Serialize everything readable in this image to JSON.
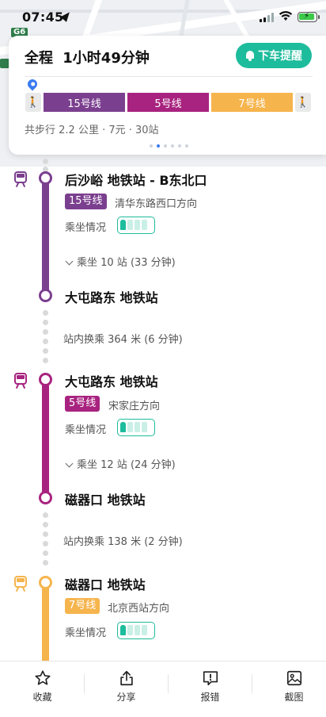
{
  "status_bar": {
    "time": "07:45"
  },
  "map": {
    "road_label": "G6"
  },
  "summary": {
    "total_label": "全程",
    "duration": "1小时49分钟",
    "remind_button": "下车提醒",
    "segments": [
      {
        "name": "15号线",
        "color": "#7b3f8f"
      },
      {
        "name": "5号线",
        "color": "#a8237f"
      },
      {
        "name": "7号线",
        "color": "#f6b44d"
      }
    ],
    "meta": "共步行 2.2 公里 · 7元 · 30站",
    "page_dots": 6,
    "active_dot": 2
  },
  "legs": [
    {
      "line": "15号线",
      "color": "#7b3f8f",
      "board_station": "后沙峪 地铁站 - B东北口",
      "direction": "清华东路西口方向",
      "crowd_label": "乘坐情况",
      "ride": "乘坐 10 站 (33 分钟)",
      "alight_station": "大屯路东 地铁站",
      "transfer": "站内换乘 364 米 (6 分钟)"
    },
    {
      "line": "5号线",
      "color": "#a8237f",
      "board_station": "大屯路东 地铁站",
      "direction": "宋家庄方向",
      "crowd_label": "乘坐情况",
      "ride": "乘坐 12 站 (24 分钟)",
      "alight_station": "磁器口 地铁站",
      "transfer": "站内换乘 138 米 (2 分钟)"
    },
    {
      "line": "7号线",
      "color": "#f6b44d",
      "board_station": "磁器口 地铁站",
      "direction": "北京西站方向",
      "crowd_label": "乘坐情况"
    }
  ],
  "toolbar": [
    {
      "label": "收藏",
      "icon": "star-icon"
    },
    {
      "label": "分享",
      "icon": "share-icon"
    },
    {
      "label": "报错",
      "icon": "report-error-icon"
    },
    {
      "label": "截图",
      "icon": "screenshot-icon"
    }
  ]
}
